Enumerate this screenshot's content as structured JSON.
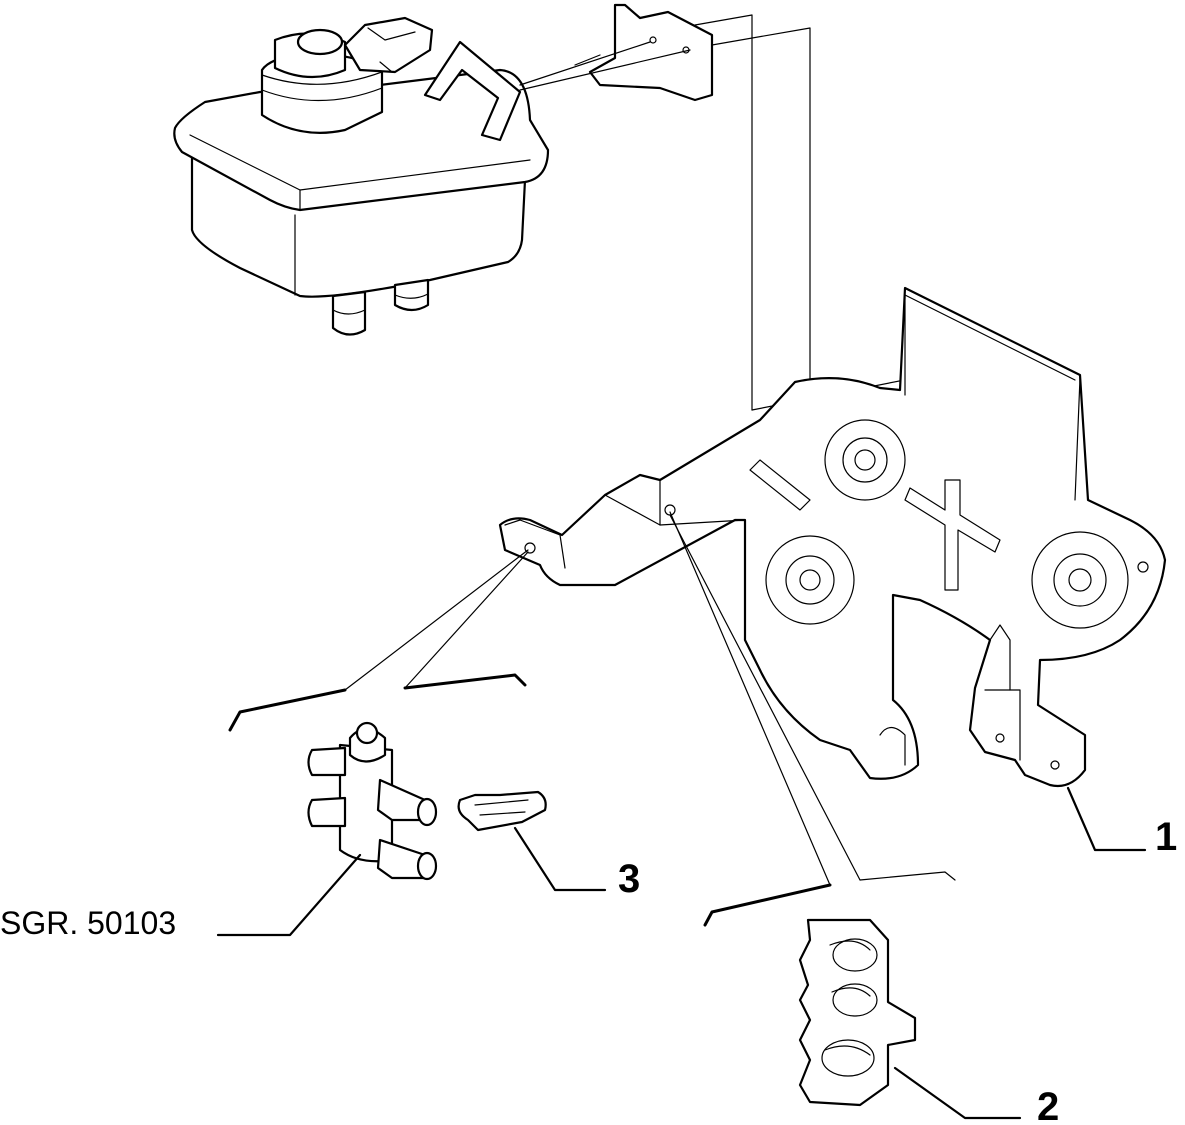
{
  "callouts": [
    {
      "id": "1",
      "label": "1"
    },
    {
      "id": "2",
      "label": "2"
    },
    {
      "id": "3",
      "label": "3"
    }
  ],
  "reference": {
    "label": "SGR. 50103"
  }
}
